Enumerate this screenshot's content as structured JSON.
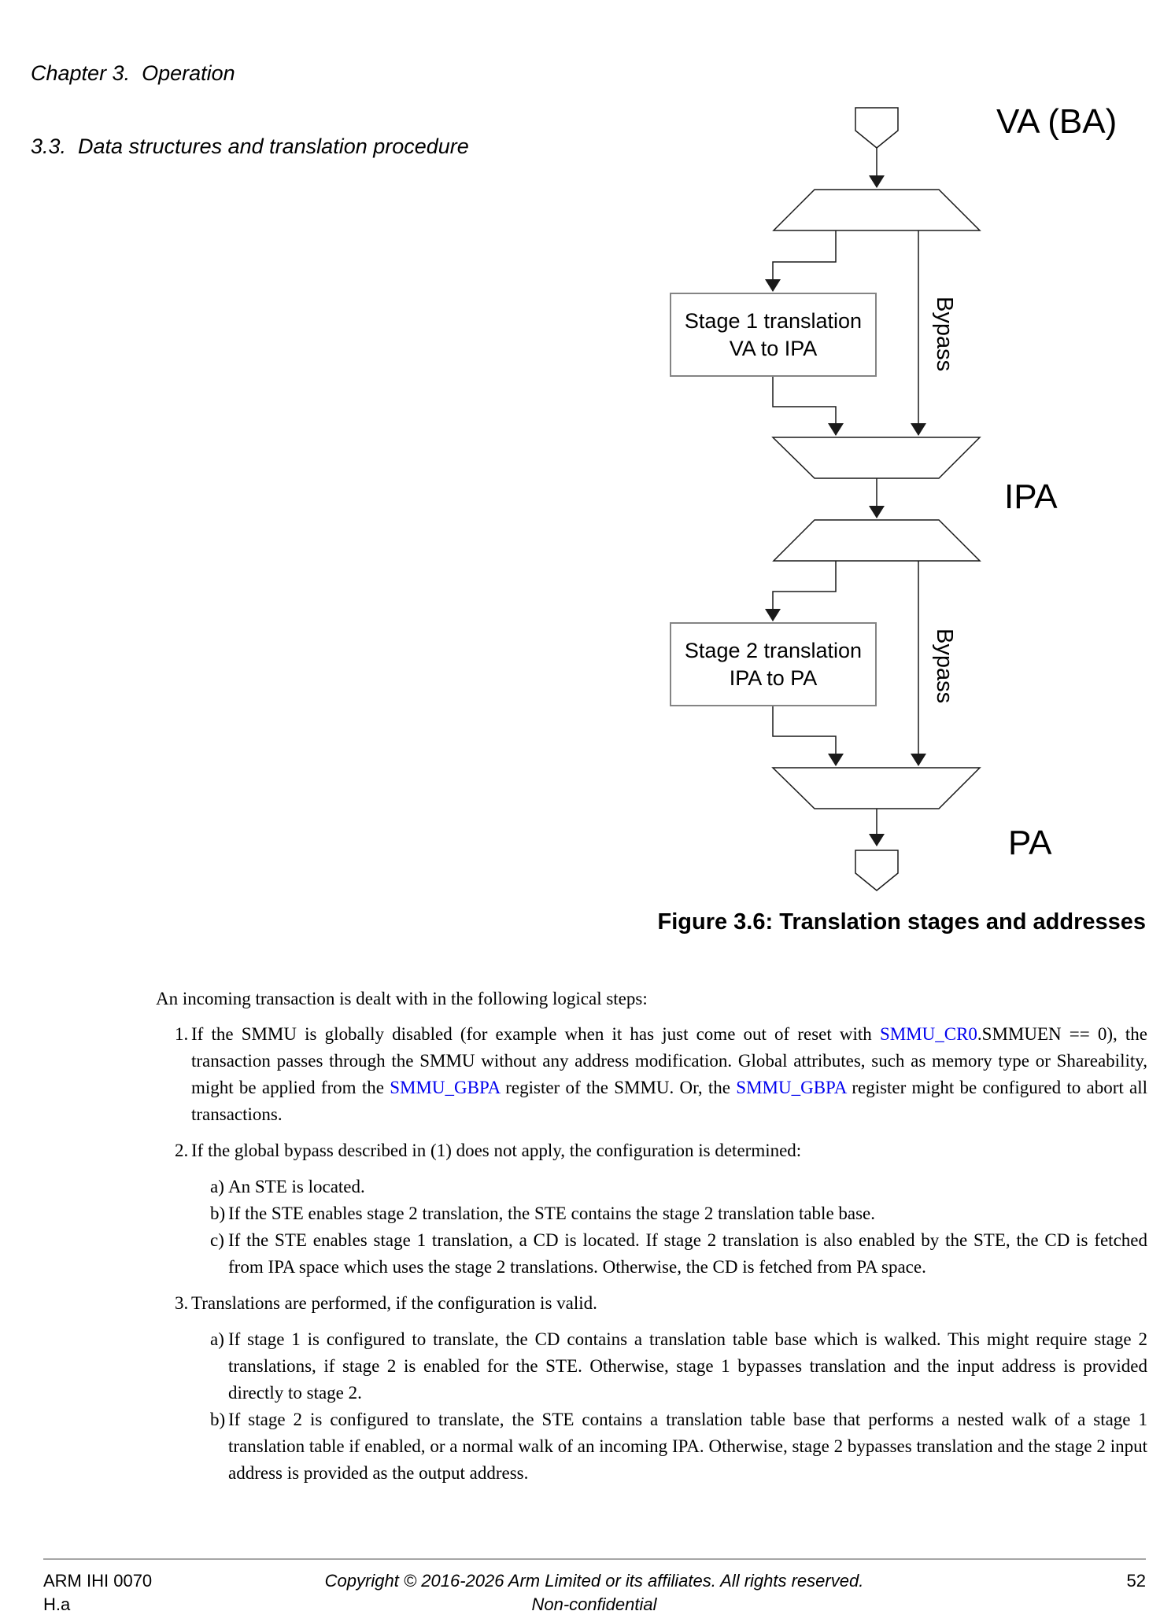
{
  "colors": {
    "link": "#0000EE",
    "line": "#1a1a1a",
    "box_border": "#848484",
    "footer_rule": "#a6a6a6"
  },
  "header": {
    "line1": "Chapter 3.  Operation",
    "line2": "3.3.  Data structures and translation procedure"
  },
  "diagram": {
    "input_label": "VA (BA)",
    "mid_label": "IPA",
    "output_label": "PA",
    "bypass1_label": "Bypass",
    "bypass2_label": "Bypass",
    "stage1": {
      "line1": "Stage 1 translation",
      "line2": "VA to IPA"
    },
    "stage2": {
      "line1": "Stage 2 translation",
      "line2": "IPA to PA"
    }
  },
  "caption": "Figure 3.6: Translation stages and addresses",
  "body": {
    "intro": "An incoming transaction is dealt with in the following logical steps:",
    "items": [
      {
        "marker": "1.",
        "segments": [
          {
            "t": "If the SMMU is globally disabled (for example when it has just come out of reset with "
          },
          {
            "t": "SMMU_CR0",
            "link": true
          },
          {
            "t": ".SMMUEN == 0), the transaction passes through the SMMU without any address modification. Global attributes, such as memory type or Shareability, might be applied from the "
          },
          {
            "t": "SMMU_GBPA",
            "link": true
          },
          {
            "t": " register of the SMMU. Or, the "
          },
          {
            "t": "SMMU_GBPA",
            "link": true
          },
          {
            "t": " register might be configured to abort all transactions."
          }
        ],
        "children": []
      },
      {
        "marker": "2.",
        "segments": [
          {
            "t": "If the global bypass described in (1) does not apply, the configuration is determined:"
          }
        ],
        "children": [
          {
            "marker": "a)",
            "segments": [
              {
                "t": "An STE is located."
              }
            ]
          },
          {
            "marker": "b)",
            "segments": [
              {
                "t": "If the STE enables stage 2 translation, the STE contains the stage 2 translation table base."
              }
            ]
          },
          {
            "marker": "c)",
            "segments": [
              {
                "t": "If the STE enables stage 1 translation, a CD is located. If stage 2 translation is also enabled by the STE, the CD is fetched from IPA space which uses the stage 2 translations. Otherwise, the CD is fetched from PA space."
              }
            ]
          }
        ]
      },
      {
        "marker": "3.",
        "segments": [
          {
            "t": "Translations are performed, if the configuration is valid."
          }
        ],
        "children": [
          {
            "marker": "a)",
            "segments": [
              {
                "t": "If stage 1 is configured to translate, the CD contains a translation table base which is walked. This might require stage 2 translations, if stage 2 is enabled for the STE. Otherwise, stage 1 bypasses translation and the input address is provided directly to stage 2."
              }
            ]
          },
          {
            "marker": "b)",
            "segments": [
              {
                "t": "If stage 2 is configured to translate, the STE contains a translation table base that performs a nested walk of a stage 1 translation table if enabled, or a normal walk of an incoming IPA. Otherwise, stage 2 bypasses translation and the stage 2 input address is provided as the output address."
              }
            ]
          }
        ]
      }
    ]
  },
  "footer": {
    "doc_id": "ARM IHI 0070",
    "version": "H.a",
    "copyright": "Copyright © 2016-2026 Arm Limited or its affiliates. All rights reserved.",
    "classification": "Non-confidential",
    "page_number": "52"
  }
}
